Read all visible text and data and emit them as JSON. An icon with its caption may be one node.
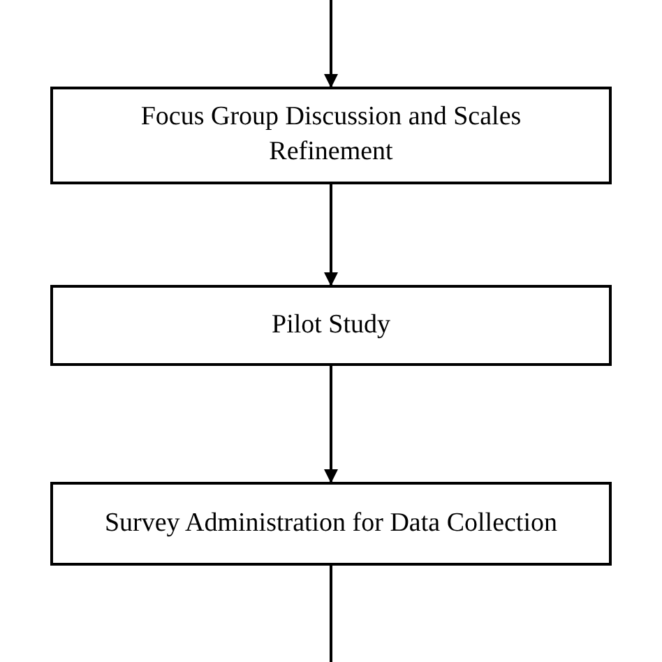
{
  "diagram": {
    "nodes": [
      {
        "text": [
          "Focus Group Discussion and Scales Refinement"
        ]
      },
      {
        "text": [
          "Pilot Study"
        ]
      },
      {
        "text": [
          "Survey Administration for Data Collection"
        ]
      }
    ],
    "edges": [
      {
        "from": null,
        "to": 0,
        "arrow": "to"
      },
      {
        "from": 0,
        "to": 1,
        "arrow": "to"
      },
      {
        "from": 1,
        "to": 2,
        "arrow": "to"
      },
      {
        "from": 2,
        "to": null,
        "arrow": "none"
      }
    ]
  }
}
